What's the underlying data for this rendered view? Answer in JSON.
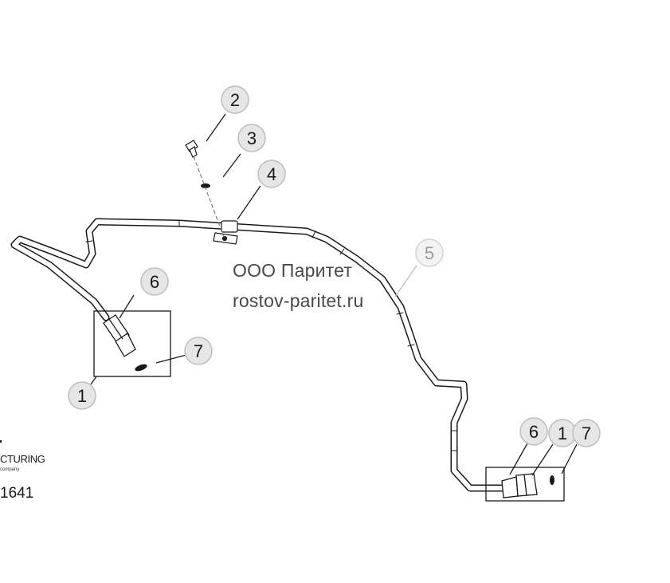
{
  "callouts": [
    {
      "id": "c2",
      "label": "2",
      "style": "dark"
    },
    {
      "id": "c3",
      "label": "3",
      "style": "dark"
    },
    {
      "id": "c4",
      "label": "4",
      "style": "dark"
    },
    {
      "id": "c5",
      "label": "5",
      "style": "light"
    },
    {
      "id": "c6a",
      "label": "6",
      "style": "dark"
    },
    {
      "id": "c7a",
      "label": "7",
      "style": "dark"
    },
    {
      "id": "c1a",
      "label": "1",
      "style": "dark"
    },
    {
      "id": "c6b",
      "label": "6",
      "style": "dark"
    },
    {
      "id": "c1b",
      "label": "1",
      "style": "dark"
    },
    {
      "id": "c7b",
      "label": "7",
      "style": "dark"
    }
  ],
  "watermark": {
    "line1": "ООО Паритет",
    "line2": "rostov-paritet.ru"
  },
  "brand": {
    "fragment": "CTURING",
    "sub": "company"
  },
  "part_number": "1641",
  "colors": {
    "line": "#1a1a1a",
    "callout_fill": "#e6e6e6",
    "callout_stroke": "#bdbdbd",
    "watermark": "#4a4a4a"
  }
}
